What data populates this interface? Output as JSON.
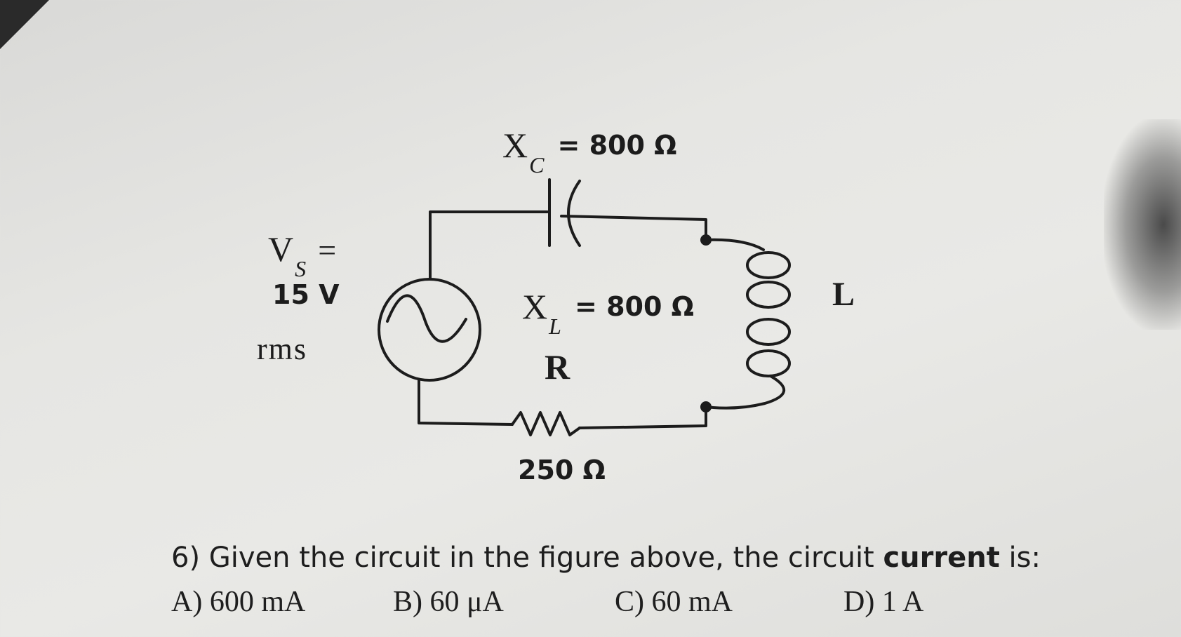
{
  "circuit": {
    "xc": {
      "symbol": "X",
      "subscript": "C",
      "value": "= 800 Ω"
    },
    "xl": {
      "symbol": "X",
      "subscript": "L",
      "value": "= 800 Ω"
    },
    "vs": {
      "symbol": "V",
      "subscript": "S",
      "eq": "=",
      "value": "15 V",
      "unit": "rms"
    },
    "r_label": "R",
    "r_value": "250 Ω",
    "l_label": "L"
  },
  "question": {
    "prefix": "6) Given the circuit in the figure above, the circuit ",
    "bold_word": "current",
    "suffix": " is:",
    "options": [
      "A) 600 mA",
      "B) 60 μA",
      "C) 60 mA",
      "D) 1 A"
    ]
  }
}
